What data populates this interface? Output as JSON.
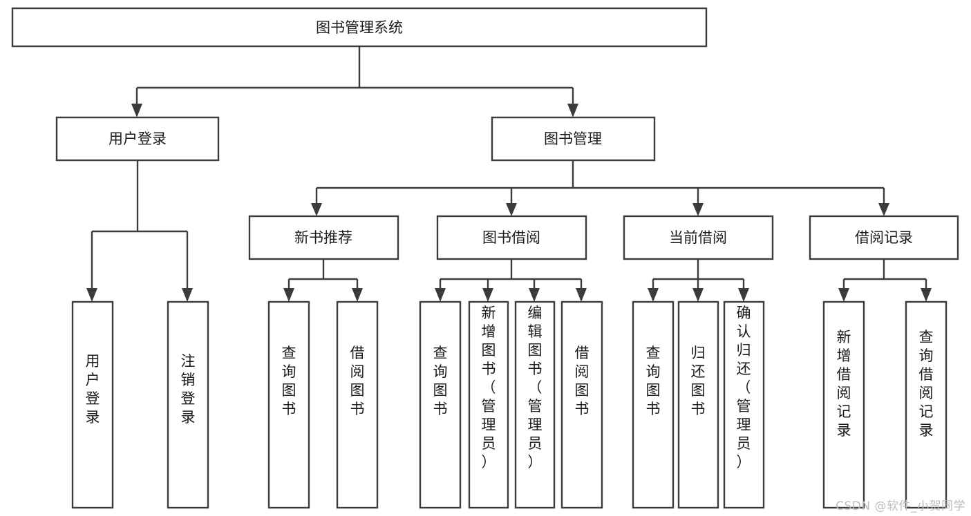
{
  "diagram": {
    "title": "图书管理系统",
    "type": "hierarchy-tree",
    "watermark": "CSDN @软件_小贺同学",
    "colors": {
      "box_stroke": "#3b3b3b",
      "box_fill": "#ffffff",
      "text": "#1b1b1b",
      "connector": "#3b3b3b",
      "watermark": "#bdbdbd",
      "background": "#ffffff"
    },
    "root": {
      "label": "图书管理系统"
    },
    "level2": [
      {
        "label": "用户登录"
      },
      {
        "label": "图书管理"
      }
    ],
    "level3": [
      {
        "label": "新书推荐"
      },
      {
        "label": "图书借阅"
      },
      {
        "label": "当前借阅"
      },
      {
        "label": "借阅记录"
      }
    ],
    "leaves": {
      "user_login": [
        {
          "label": "用户登录"
        },
        {
          "label": "注销登录"
        }
      ],
      "new_book_recommend": [
        {
          "label": "查询图书"
        },
        {
          "label": "借阅图书"
        }
      ],
      "book_borrow": [
        {
          "label": "查询图书"
        },
        {
          "label": "新增图书（管理员）"
        },
        {
          "label": "编辑图书（管理员）"
        },
        {
          "label": "借阅图书"
        }
      ],
      "current_borrow": [
        {
          "label": "查询图书"
        },
        {
          "label": "归还图书"
        },
        {
          "label": "确认归还（管理员）"
        }
      ],
      "borrow_record": [
        {
          "label": "新增借阅记录"
        },
        {
          "label": "查询借阅记录"
        }
      ]
    }
  }
}
